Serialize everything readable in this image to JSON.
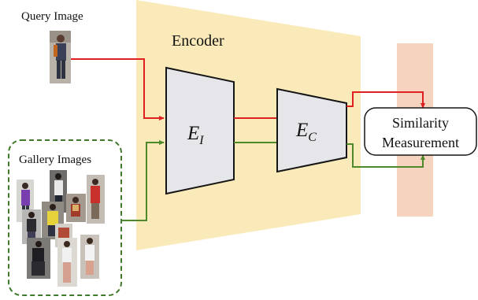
{
  "colors": {
    "encoder_bg": "#fbeab9",
    "similarity_bg": "#f6d3be",
    "block_fill": "#e6e6ea",
    "query_arrow": "#e02020",
    "gallery_arrow": "#4d8a2c",
    "gallery_border": "#3f7a2a"
  },
  "labels": {
    "query_image": "Query Image",
    "gallery_images": "Gallery Images",
    "encoder": "Encoder",
    "similarity_line1": "Similarity",
    "similarity_line2": "Measurement"
  },
  "blocks": {
    "image_encoder": {
      "base": "E",
      "sub": "I"
    },
    "common_encoder": {
      "base": "E",
      "sub": "C"
    }
  },
  "icons": {
    "query": "person-photo",
    "gallery": "person-photo-collage"
  }
}
